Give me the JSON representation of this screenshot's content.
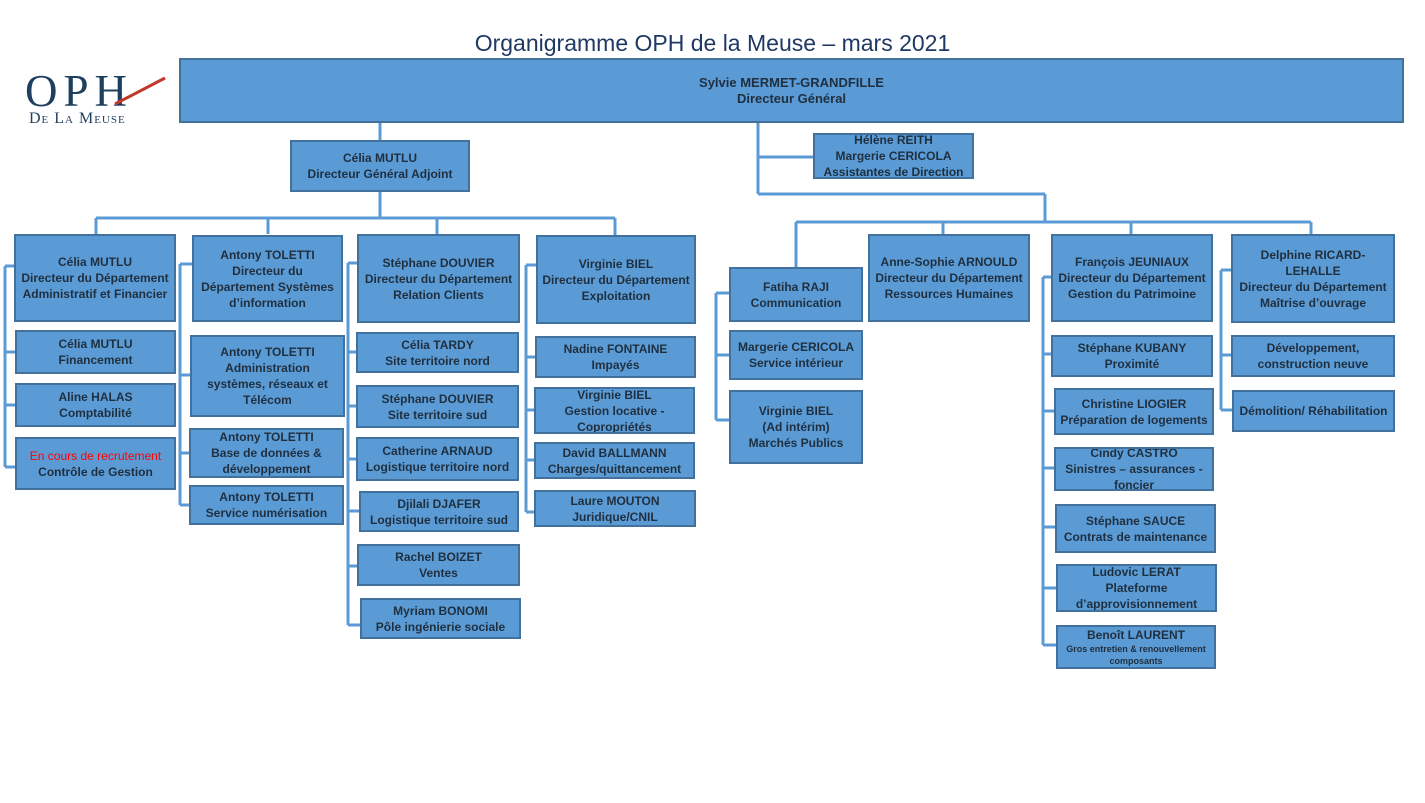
{
  "title": "Organigramme OPH de la Meuse – mars 2021",
  "logo": {
    "main": "OPH",
    "sub": "De La Meuse"
  },
  "colors": {
    "box_fill": "#5b9bd5",
    "box_border": "#41719c",
    "line": "#5b9bd5",
    "alert": "#ff0000"
  },
  "dg": {
    "name": "Sylvie MERMET-GRANDFILLE",
    "role": "Directeur Général"
  },
  "assistantes": {
    "name1": "Hélène REITH",
    "name2": "Margerie CERICOLA",
    "role": "Assistantes de Direction"
  },
  "dga": {
    "name": "Célia MUTLU",
    "role": "Directeur Général Adjoint"
  },
  "daf": {
    "head": {
      "name": "Célia MUTLU",
      "role": "Directeur du Département Administratif et Financier"
    },
    "items": [
      {
        "name": "Célia MUTLU",
        "role": "Financement"
      },
      {
        "name": "Aline HALAS",
        "role": "Comptabilité"
      },
      {
        "name": "En cours de recrutement",
        "role": "Contrôle de Gestion"
      }
    ]
  },
  "dsi": {
    "head": {
      "name": "Antony TOLETTI",
      "role": "Directeur du Département Systèmes d’information"
    },
    "items": [
      {
        "name": "Antony TOLETTI",
        "role": "Administration systèmes, réseaux et Télécom"
      },
      {
        "name": "Antony TOLETTI",
        "role": "Base de données & développement"
      },
      {
        "name": "Antony TOLETTI",
        "role": "Service numérisation"
      }
    ]
  },
  "drc": {
    "head": {
      "name": "Stéphane DOUVIER",
      "role": "Directeur du Département Relation Clients"
    },
    "items": [
      {
        "name": "Célia TARDY",
        "role": "Site territoire nord"
      },
      {
        "name": "Stéphane DOUVIER",
        "role": "Site territoire sud"
      },
      {
        "name": "Catherine ARNAUD",
        "role": "Logistique territoire nord"
      },
      {
        "name": "Djilali DJAFER",
        "role": "Logistique territoire sud"
      },
      {
        "name": "Rachel BOIZET",
        "role": "Ventes"
      },
      {
        "name": "Myriam BONOMI",
        "role": "Pôle ingénierie sociale"
      }
    ]
  },
  "dex": {
    "head": {
      "name": "Virginie BIEL",
      "role": "Directeur du Département Exploitation"
    },
    "items": [
      {
        "name": "Nadine FONTAINE",
        "role": "Impayés"
      },
      {
        "name": "Virginie BIEL",
        "role": "Gestion locative - Copropriétés"
      },
      {
        "name": "David BALLMANN",
        "role": "Charges/quittancement"
      },
      {
        "name": "Laure MOUTON",
        "role": "Juridique/CNIL"
      }
    ]
  },
  "com": {
    "head": {
      "name": "Fatiha RAJI",
      "role": "Communication"
    },
    "items": [
      {
        "name": "Margerie CERICOLA",
        "role": "Service intérieur"
      },
      {
        "name": "Virginie BIEL",
        "role": "(Ad intérim)",
        "role2": "Marchés Publics"
      }
    ]
  },
  "drh": {
    "name": "Anne-Sophie ARNOULD",
    "role": "Directeur du Département Ressources Humaines"
  },
  "dgp": {
    "head": {
      "name": "François JEUNIAUX",
      "role": "Directeur du Département Gestion du Patrimoine"
    },
    "items": [
      {
        "name": "Stéphane KUBANY",
        "role": "Proximité"
      },
      {
        "name": "Christine LIOGIER",
        "role": "Préparation de logements"
      },
      {
        "name": "Cindy CASTRO",
        "role": "Sinistres – assurances - foncier"
      },
      {
        "name": "Stéphane SAUCE",
        "role": "Contrats de maintenance"
      },
      {
        "name": "Ludovic LERAT",
        "role": "Plateforme d’approvisionnement"
      },
      {
        "name": "Benoît LAURENT",
        "role": "Gros entretien & renouvellement composants"
      }
    ]
  },
  "dmo": {
    "head": {
      "name": "Delphine RICARD-LEHALLE",
      "role": "Directeur du Département Maîtrise d’ouvrage"
    },
    "items": [
      {
        "role": "Développement, construction neuve"
      },
      {
        "role": "Démolition/ Réhabilitation"
      }
    ]
  }
}
